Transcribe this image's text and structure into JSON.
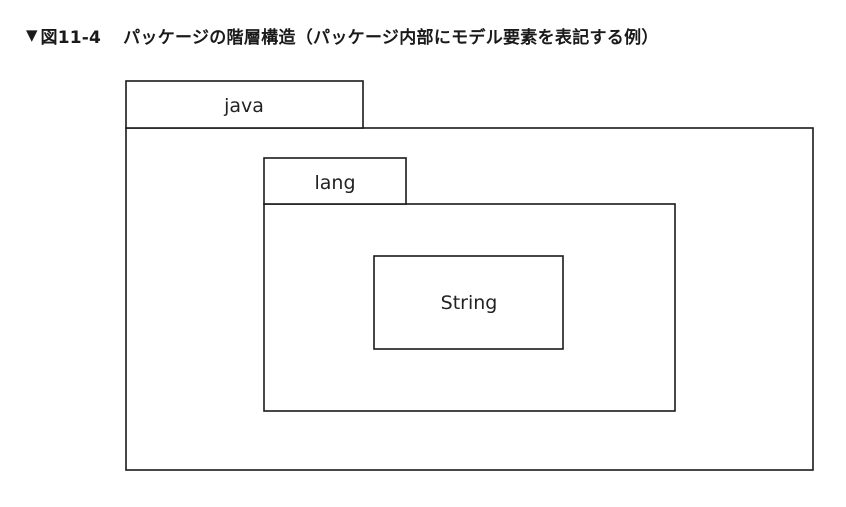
{
  "caption": {
    "marker": "▼",
    "figure_number": "図11-4",
    "title": "パッケージの階層構造（パッケージ内部にモデル要素を表記する例）"
  },
  "diagram": {
    "packages": [
      {
        "id": "java",
        "label": "java",
        "children": [
          {
            "id": "lang",
            "label": "lang",
            "children": [
              {
                "id": "String",
                "label": "String",
                "kind": "class"
              }
            ]
          }
        ]
      }
    ]
  }
}
